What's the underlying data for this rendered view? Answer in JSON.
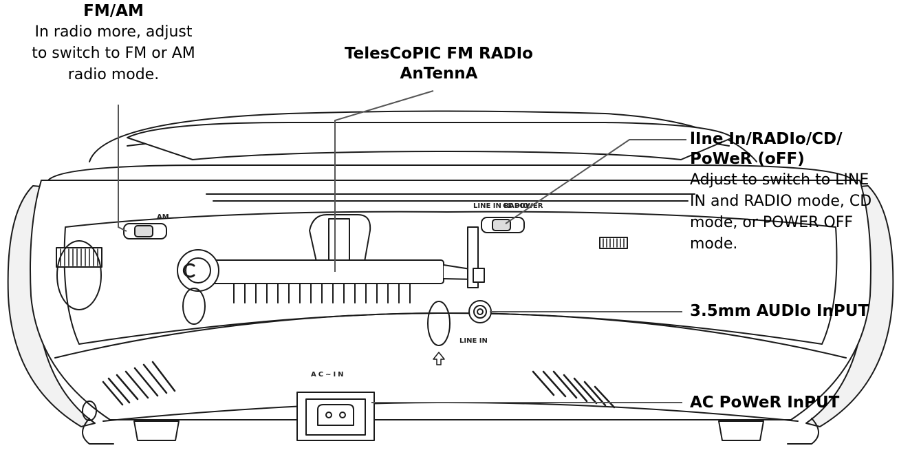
{
  "callouts": {
    "fm_am": {
      "title": "FM/AM",
      "desc_lines": [
        "In radio more, adjust",
        "to switch to FM or AM",
        "radio mode."
      ]
    },
    "antenna": {
      "title_lines": [
        "TelesCoPIC FM RADIo",
        "AnTennA"
      ]
    },
    "mode": {
      "title_lines": [
        "lIne In/RADIo/CD/",
        "PoWeR (oFF)"
      ],
      "desc_lines": [
        "Adjust to switch to LINE",
        "IN and RADIO mode, CD",
        "mode, or POWER OFF",
        "mode."
      ]
    },
    "audio": {
      "title": "3.5mm AUDIo InPUT"
    },
    "power": {
      "title": "AC PoWeR InPUT"
    }
  },
  "device_labels": {
    "ac_in": "AC~IN",
    "line_in": "LINE IN",
    "am": "AM",
    "line_in_radio": "LINE IN RADIO",
    "cd": "CD",
    "power": "POWER"
  },
  "colors": {
    "ink": "#1a1a1a",
    "fill": "#ffffff",
    "shade": "#e6e6e6"
  }
}
